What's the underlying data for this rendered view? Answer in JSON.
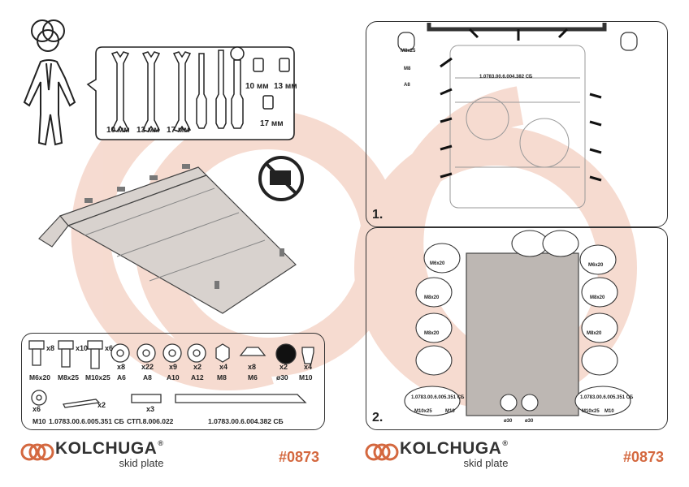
{
  "brand": {
    "name": "KOLCHUGA",
    "reg_mark": "®",
    "subtitle": "skid plate",
    "code": "#0873",
    "accent_color": "#d4683f"
  },
  "tools": {
    "wrenches": [
      "10 мм",
      "13 мм",
      "17 мм"
    ],
    "sockets": [
      "10 мм",
      "13 мм",
      "17 мм"
    ]
  },
  "parts": {
    "bolts": [
      {
        "qty": "x8",
        "name": "M6x20"
      },
      {
        "qty": "x10",
        "name": "M8x25"
      },
      {
        "qty": "x6",
        "name": "M10x25"
      }
    ],
    "washers": [
      {
        "qty": "x8",
        "name": "A6"
      },
      {
        "qty": "x22",
        "name": "A8"
      },
      {
        "qty": "x9",
        "name": "A10"
      },
      {
        "qty": "x2",
        "name": "A12"
      }
    ],
    "nuts": [
      {
        "qty": "x4",
        "name": "M8"
      },
      {
        "qty": "x8",
        "name": "M6"
      },
      {
        "qty": "x2",
        "name": "ø30"
      },
      {
        "qty": "x4",
        "name": "M10"
      }
    ],
    "row2": [
      {
        "qty": "x6",
        "name": "M10"
      },
      {
        "qty": "x2",
        "name": "1.0783.00.6.005.351 СБ"
      },
      {
        "qty": "x3",
        "name": "СТП.8.006.022"
      },
      {
        "qty": "",
        "name": "1.0783.00.6.004.382 СБ"
      }
    ]
  },
  "diagram1": {
    "step": "1.",
    "label_part": "1.0783.00.6.004.382 СБ",
    "callouts": [
      "M8x25",
      "M8",
      "A8"
    ]
  },
  "diagram2": {
    "step": "2.",
    "bolt_callouts": [
      "M6x20",
      "M6x20",
      "M8x20",
      "M8x20",
      "M8x20",
      "M8x20"
    ],
    "bottom_labels": [
      "1.0783.00.6.005.351 СБ",
      "1.0783.00.6.005.351 СБ",
      "M10x25",
      "M10",
      "M10",
      "M10x25",
      "ø30",
      "ø30"
    ]
  }
}
